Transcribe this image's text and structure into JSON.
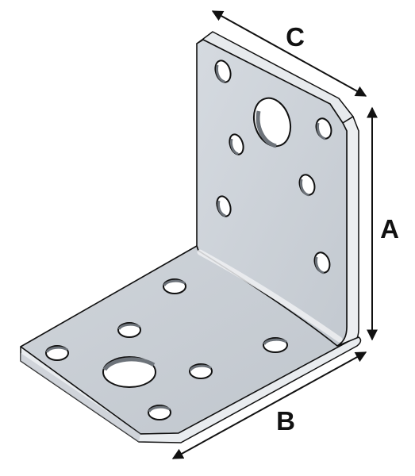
{
  "labels": {
    "a": "A",
    "b": "B",
    "c": "C"
  },
  "colors": {
    "plate_face": "#c9cfd6",
    "plate_face_light": "#d3d8de",
    "plate_edge": "#e6e9ec",
    "plate_edge_dark": "#a9b0b8",
    "outline": "#111111",
    "hole_inner": "#8c939b",
    "hole_shadow": "#3a3f44",
    "background": "#ffffff"
  }
}
